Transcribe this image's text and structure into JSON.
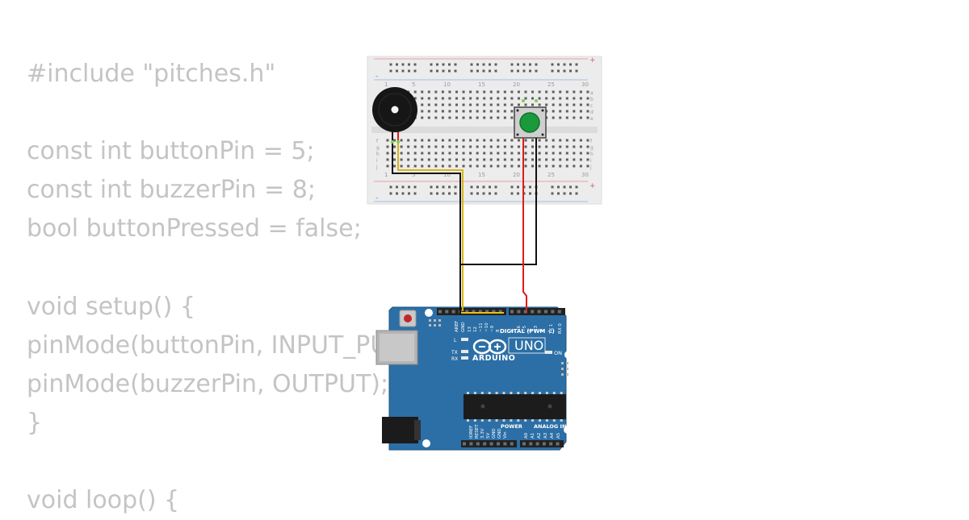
{
  "code": {
    "lines": [
      "#include \"pitches.h\"",
      "",
      "const int buttonPin = 5;",
      "const int buzzerPin = 8;",
      "bool buttonPressed = false;",
      "",
      "void setup() {",
      "pinMode(buttonPin, INPUT_PULLUP);",
      "pinMode(buzzerPin, OUTPUT);",
      "}",
      "",
      "void loop() {"
    ]
  },
  "breadboard": {
    "column_numbers": [
      "1",
      "5",
      "10",
      "15",
      "20",
      "25",
      "30"
    ],
    "row_letters_top": [
      "a",
      "b",
      "c",
      "d",
      "e"
    ],
    "row_letters_bottom": [
      "f",
      "g",
      "h",
      "i",
      "j"
    ],
    "rail_plus": "+",
    "rail_minus": "-"
  },
  "arduino": {
    "brand": "ARDUINO",
    "model": "UNO",
    "on_label": "ON",
    "digital_label": "DIGITAL (PWM ~)",
    "power_label": "POWER",
    "analog_label": "ANALOG IN",
    "led_l": "L",
    "led_tx": "TX",
    "led_rx": "RX",
    "digital_pins": [
      "AREF",
      "GND",
      "13",
      "12",
      "~11",
      "~10",
      "~9",
      "8",
      "7",
      "~6",
      "~5",
      "4",
      "~3",
      "2",
      "TX 1",
      "RX 0"
    ],
    "power_pins": [
      "IOREF",
      "RESET",
      "3.3V",
      "5V",
      "GND",
      "GND",
      "Vin"
    ],
    "analog_pins": [
      "A0",
      "A1",
      "A2",
      "A3",
      "A4",
      "A5"
    ]
  },
  "colors": {
    "board_blue": "#2c6fa6",
    "wire_black": "#111111",
    "wire_yellow": "#e8c21a",
    "wire_red": "#e01b1b",
    "button_cap": "#1a9a3b",
    "code_text": "#c4c4c4"
  }
}
